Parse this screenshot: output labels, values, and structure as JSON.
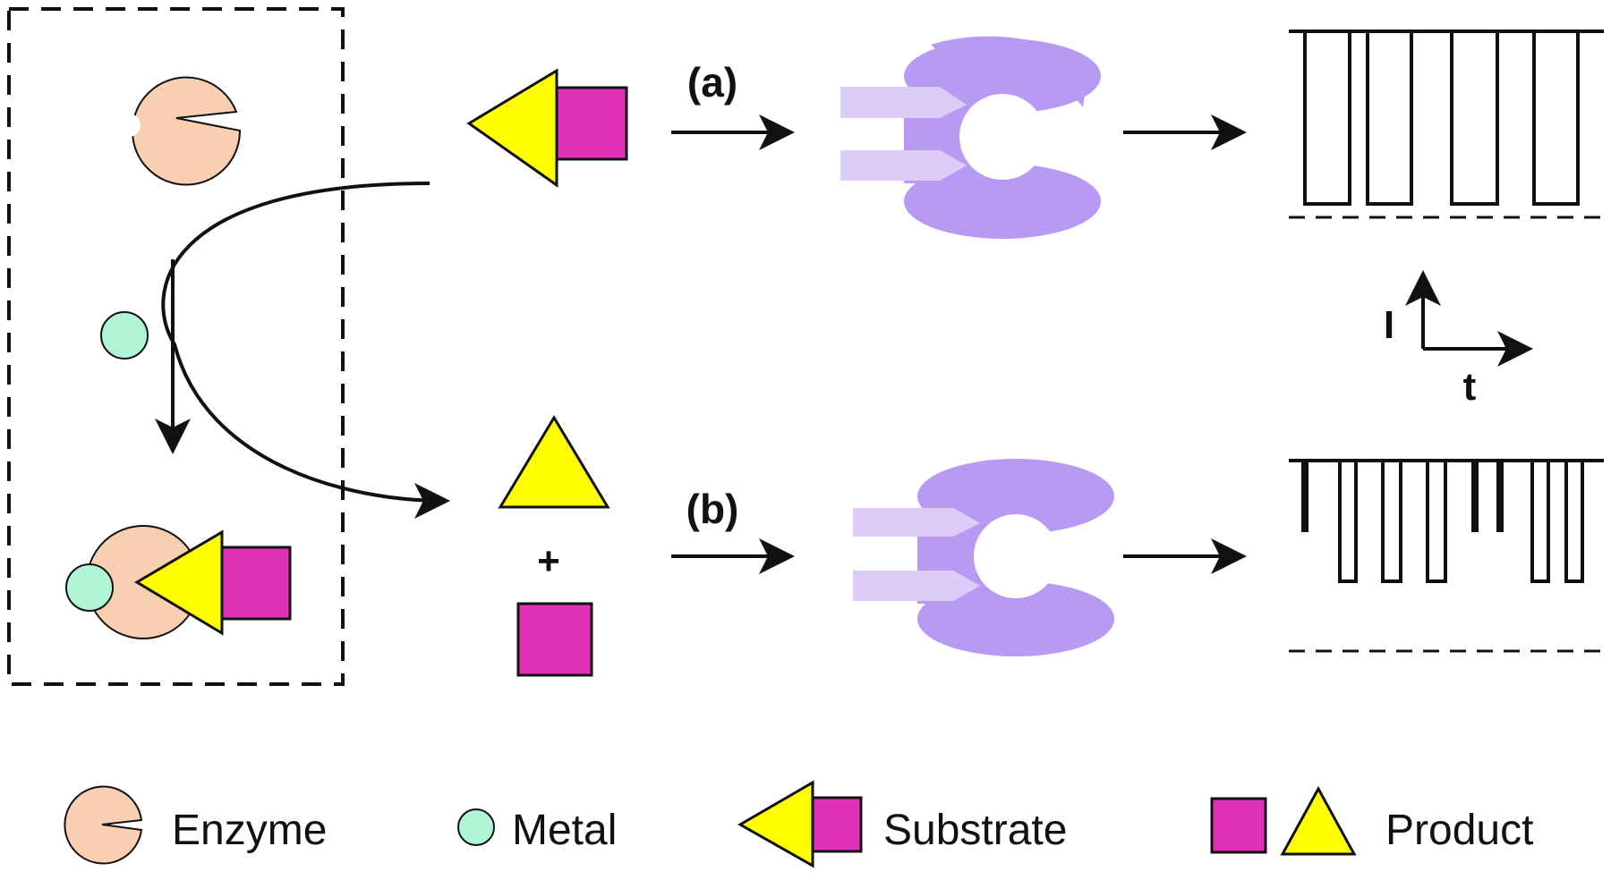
{
  "labels": {
    "path_a": "(a)",
    "path_b": "(b)",
    "plus": "+",
    "axis_y": "I",
    "axis_x": "t"
  },
  "legend": {
    "enzyme": "Enzyme",
    "metal": "Metal",
    "substrate": "Substrate",
    "product": "Product"
  },
  "colors": {
    "enzyme": "#f8cfb0",
    "metal": "#aff5d6",
    "substrate_triangle": "#ffff00",
    "substrate_square": "#e030b8",
    "nanopore": "#b89af5",
    "nanopore_light": "#dccdf8",
    "line": "#111111"
  },
  "traces": {
    "a": {
      "blockades_full": 4,
      "blockades_partial": 0
    },
    "b": {
      "blockades_full": 5,
      "blockades_partial": 3
    }
  }
}
